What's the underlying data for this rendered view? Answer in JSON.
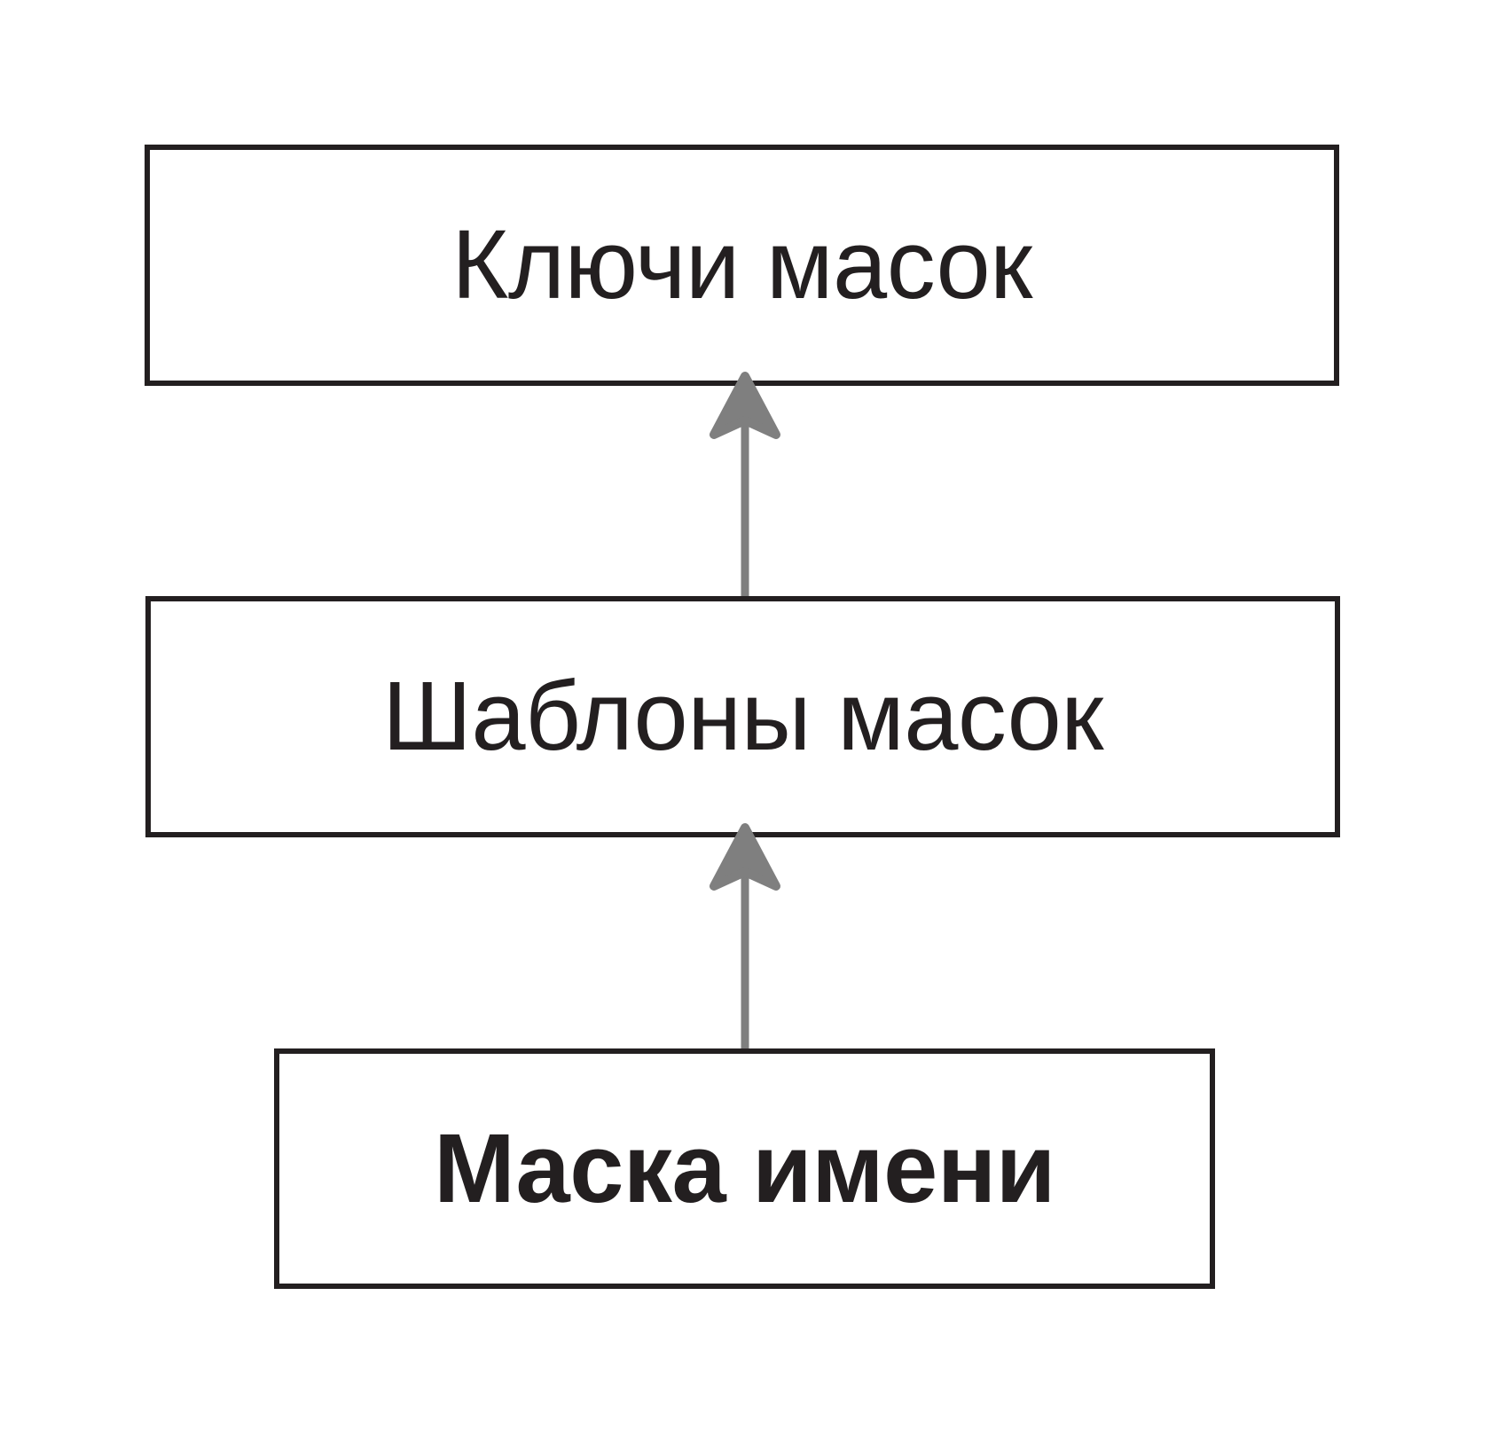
{
  "diagram": {
    "type": "hierarchy-flow",
    "orientation": "bottom-to-top",
    "background_color": "#ffffff",
    "node_border_color": "#231f20",
    "node_text_color": "#231f20",
    "arrow_color": "#7f7f7f",
    "nodes": [
      {
        "id": "mask-keys",
        "label": "Ключи масок",
        "emphasis": "regular",
        "level": 3
      },
      {
        "id": "mask-templates",
        "label": "Шаблоны масок",
        "emphasis": "regular",
        "level": 2
      },
      {
        "id": "name-mask",
        "label": "Маска имени",
        "emphasis": "bold",
        "level": 1
      }
    ],
    "edges": [
      {
        "id": "templates-to-keys",
        "from": "mask-templates",
        "to": "mask-keys",
        "direction": "up",
        "label": ""
      },
      {
        "id": "namemask-to-templates",
        "from": "name-mask",
        "to": "mask-templates",
        "direction": "up",
        "label": ""
      }
    ]
  }
}
